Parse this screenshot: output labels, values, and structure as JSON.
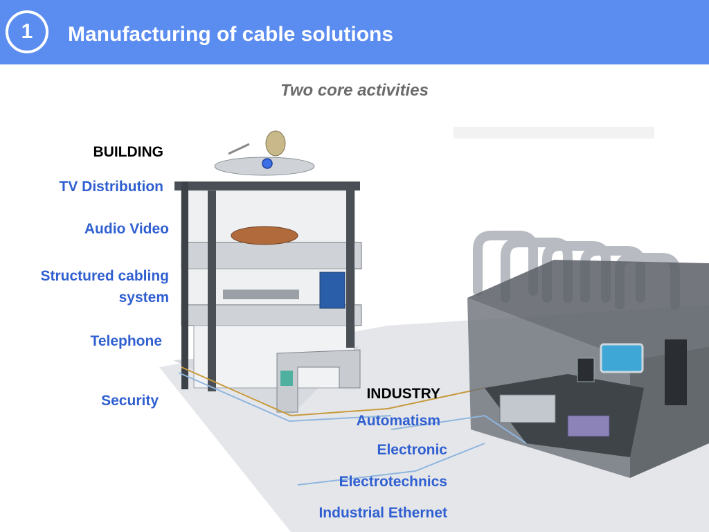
{
  "header": {
    "number": "1",
    "title": "Manufacturing of cable solutions"
  },
  "subtitle": "Two core activities",
  "building": {
    "heading": "BUILDING",
    "items": [
      "TV Distribution",
      "Audio Video",
      "Structured cabling",
      "system",
      "Telephone",
      "Security"
    ]
  },
  "industry": {
    "heading": "INDUSTRY",
    "items": [
      "Automatism",
      "Electronic",
      "Electrotechnics",
      "Industrial Ethernet"
    ]
  },
  "colors": {
    "header_bg": "#5b8cf0",
    "label_blue": "#2f5fd0"
  }
}
